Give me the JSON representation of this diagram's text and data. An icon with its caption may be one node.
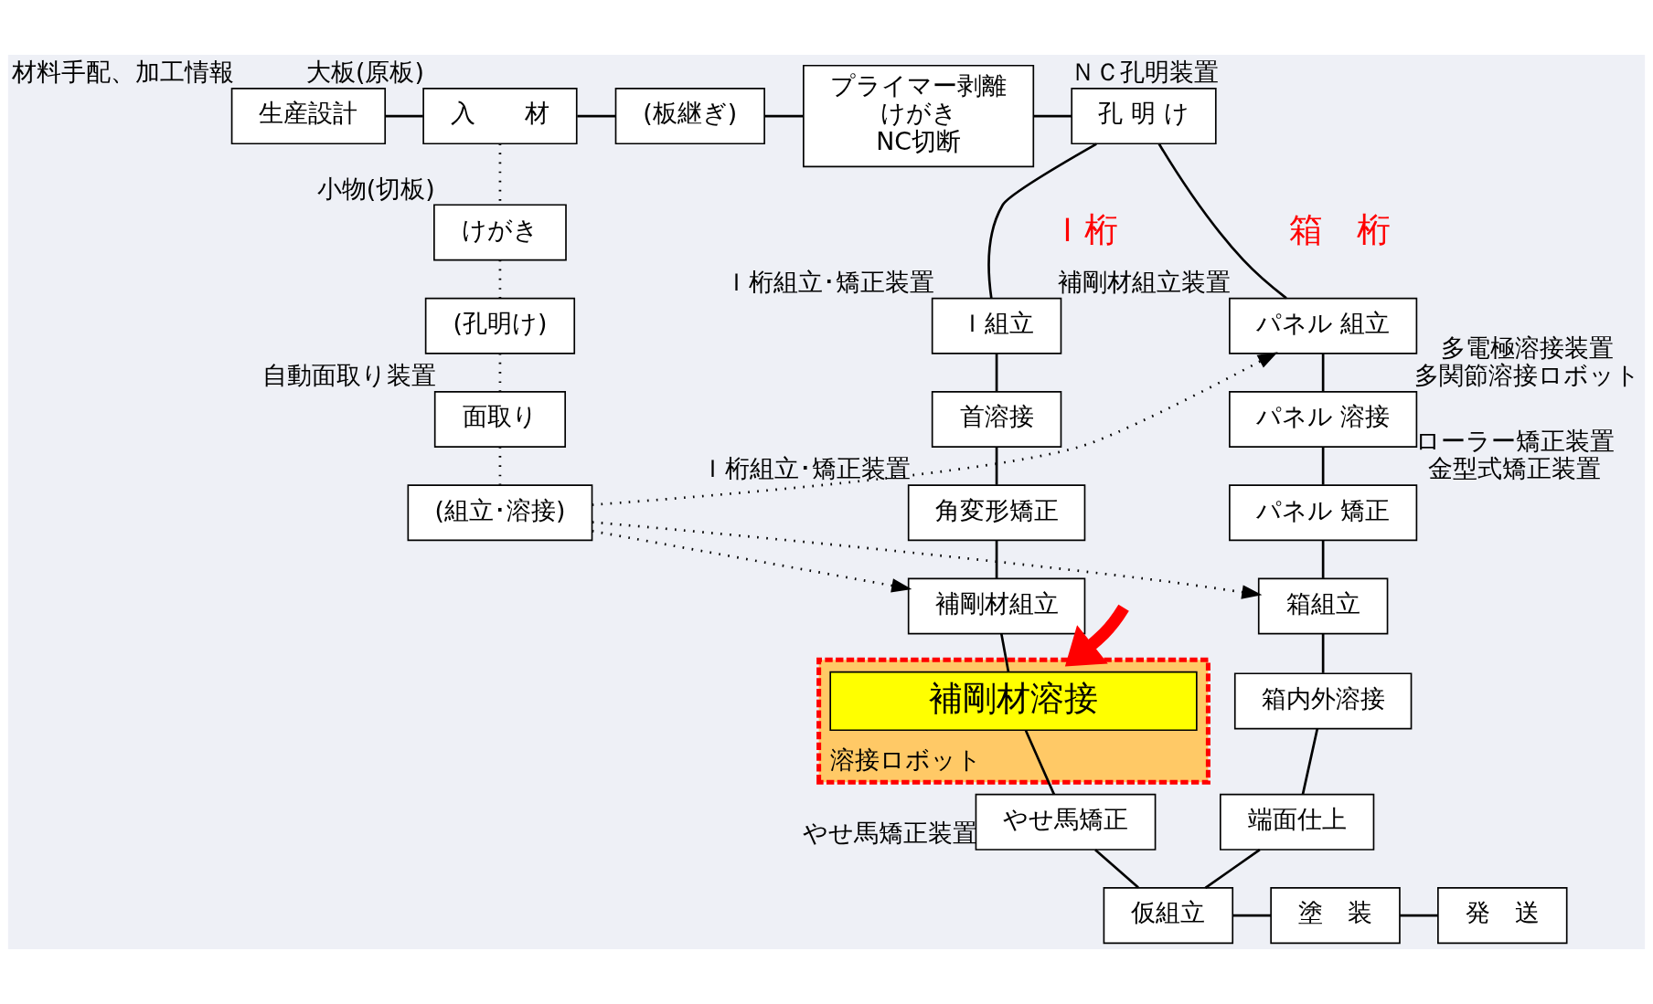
{
  "diagram": {
    "nodes": [
      {
        "text": [
          "生産設計"
        ],
        "beside": [
          "材料手配、加工情報"
        ]
      },
      {
        "text": [
          "入　　材"
        ],
        "beside": [
          "大板(原板)"
        ]
      },
      {
        "text": [
          "(板継ぎ)"
        ]
      },
      {
        "text": [
          "プライマー剥離",
          "けがき",
          "NC切断"
        ]
      },
      {
        "text": [
          "孔 明 け"
        ],
        "beside": [
          "ＮＣ孔明装置"
        ]
      },
      {
        "text": [
          "けがき"
        ],
        "beside": [
          "小物(切板)"
        ]
      },
      {
        "text": [
          "(孔明け)"
        ]
      },
      {
        "text": [
          "面取り"
        ],
        "beside": [
          "自動面取り装置"
        ]
      },
      {
        "text": [
          "(組立･溶接)"
        ]
      },
      {
        "text": [
          "Ｉ組立"
        ],
        "beside": [
          "Ｉ桁組立･矯正装置"
        ]
      },
      {
        "text": [
          "首溶接"
        ]
      },
      {
        "text": [
          "角変形矯正"
        ],
        "beside": [
          "Ｉ桁組立･矯正装置"
        ]
      },
      {
        "text": [
          "補剛材組立"
        ]
      },
      {
        "text": [
          "溶接ロボット"
        ]
      },
      {
        "text": [
          "補剛材溶接"
        ],
        "in": 13
      },
      {
        "text": [
          "やせ馬矯正"
        ],
        "beside": [
          "やせ馬矯正装置"
        ]
      },
      {
        "text": [
          "パネル 組立"
        ],
        "beside": [
          "補剛材組立装置"
        ]
      },
      {
        "text": [
          "パネル 溶接"
        ],
        "beside": [
          "多電極溶接装置",
          "多関節溶接ロボット"
        ]
      },
      {
        "text": [
          "パネル 矯正"
        ],
        "beside": [
          "ローラー矯正装置",
          "金型式矯正装置"
        ]
      },
      {
        "text": [
          "箱組立"
        ]
      },
      {
        "text": [
          "箱内外溶接"
        ]
      },
      {
        "text": [
          "端面仕上"
        ]
      },
      {
        "text": [
          "仮組立"
        ]
      },
      {
        "text": [
          "塗　装"
        ]
      },
      {
        "text": [
          "発　送"
        ]
      }
    ],
    "edges": [
      {
        "from": 0,
        "to": 1,
        "arrow": "none"
      },
      {
        "from": 1,
        "to": 2,
        "arrow": "none"
      },
      {
        "from": 2,
        "to": 3,
        "arrow": "none"
      },
      {
        "from": 3,
        "to": 4,
        "arrow": "none"
      },
      {
        "from": 1,
        "to": 5,
        "arrow": "none",
        "style": "dashed"
      },
      {
        "from": 5,
        "to": 6,
        "arrow": "none",
        "style": "dashed"
      },
      {
        "from": 6,
        "to": 7,
        "arrow": "none",
        "style": "dashed"
      },
      {
        "from": 7,
        "to": 8,
        "arrow": "none",
        "style": "dashed"
      },
      {
        "from": 4,
        "to": 9,
        "arrow": "none"
      },
      {
        "from": 4,
        "to": 16,
        "arrow": "none"
      },
      {
        "from": 9,
        "to": 10,
        "arrow": "none"
      },
      {
        "from": 10,
        "to": 11,
        "arrow": "none"
      },
      {
        "from": 11,
        "to": 12,
        "arrow": "none"
      },
      {
        "from": 12,
        "to": 14,
        "arrow": "none"
      },
      {
        "from": 14,
        "to": 15,
        "arrow": "none"
      },
      {
        "from": 16,
        "to": 17,
        "arrow": "none"
      },
      {
        "from": 17,
        "to": 18,
        "arrow": "none"
      },
      {
        "from": 18,
        "to": 19,
        "arrow": "none"
      },
      {
        "from": 19,
        "to": 20,
        "arrow": "none"
      },
      {
        "from": 20,
        "to": 21,
        "arrow": "none"
      },
      {
        "from": 15,
        "to": 22,
        "arrow": "none"
      },
      {
        "from": 21,
        "to": 22,
        "arrow": "none"
      },
      {
        "from": 22,
        "to": 23,
        "arrow": "none"
      },
      {
        "from": 23,
        "to": 24,
        "arrow": "none"
      },
      {
        "from": 8,
        "to": 12,
        "arrow": "to",
        "style": "dashed"
      },
      {
        "from": 8,
        "to": 16,
        "arrow": "to",
        "style": "dashed"
      },
      {
        "from": 8,
        "to": 19,
        "arrow": "to",
        "style": "dashed"
      },
      {
        "from": null,
        "to": 13,
        "arrow": "to",
        "style": "thick",
        "color": "#ff0000"
      }
    ],
    "labels": [
      "Ｉ桁",
      "箱　桁"
    ]
  }
}
